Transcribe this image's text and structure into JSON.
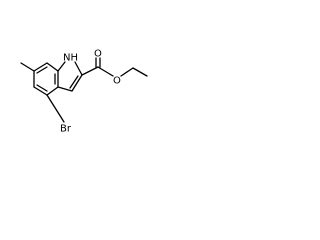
{
  "molecule": {
    "atoms": {
      "nh": "NH",
      "br": "Br",
      "o_carbonyl": "O",
      "o_ester": "O"
    }
  }
}
